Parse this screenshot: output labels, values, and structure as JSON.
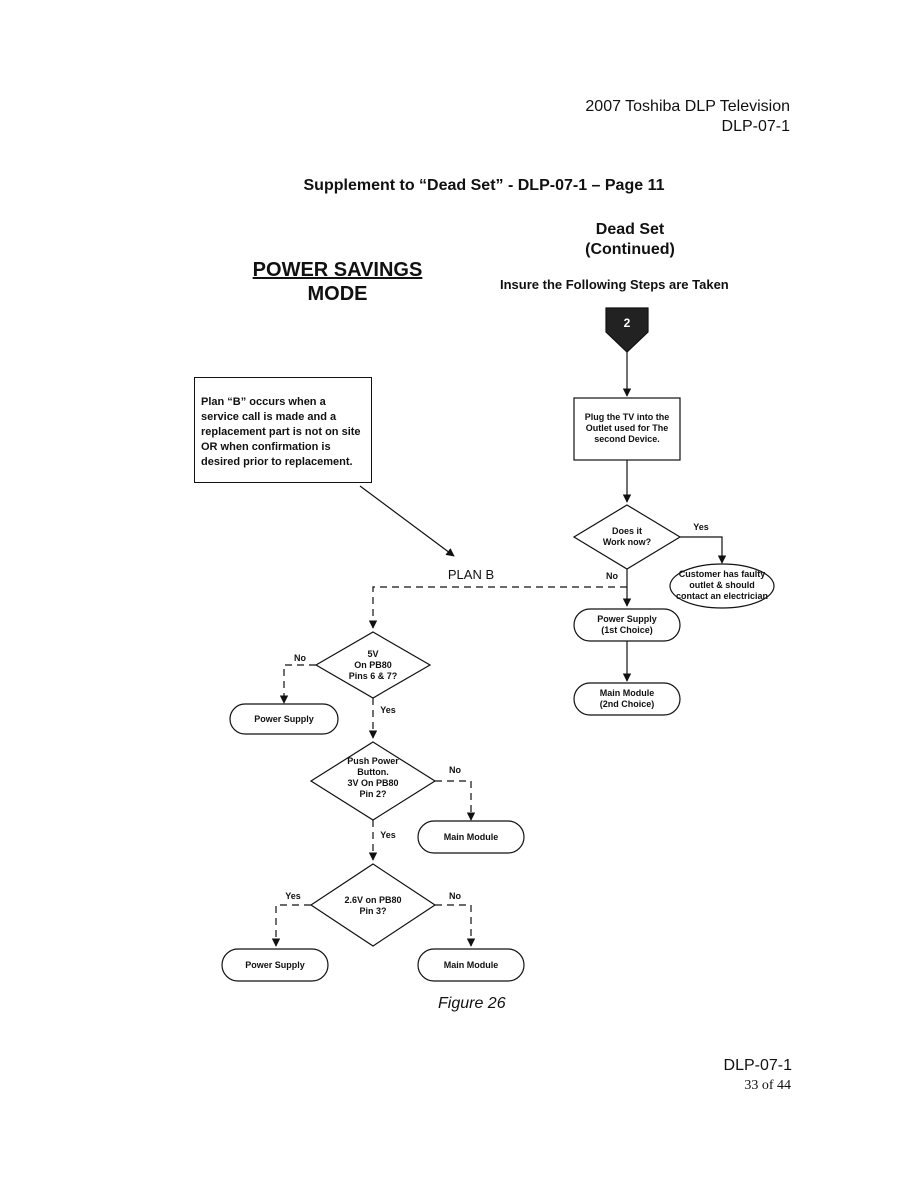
{
  "header": {
    "doc_title": "2007 Toshiba DLP Television",
    "doc_code": "DLP-07-1"
  },
  "supplement_title": "Supplement to “Dead Set” - DLP-07-1 – Page 11",
  "section": {
    "title_line1": "Dead Set",
    "title_line2": "(Continued)",
    "instruction": "Insure the Following Steps are Taken",
    "side_title_line1": "POWER SAVINGS",
    "side_title_line2": "MODE"
  },
  "flowchart": {
    "start_marker": "2",
    "note": "Plan “B” occurs when a service call is made and a replacement part is not on site OR when confirmation is desired prior to replacement.",
    "plan_b_label": "PLAN B",
    "step_plug": [
      "Plug the TV into the",
      "Outlet used for The",
      "second Device."
    ],
    "decision_works": [
      "Does it",
      "Work now?"
    ],
    "yes": "Yes",
    "no": "No",
    "customer_outlet": [
      "Customer has faulty",
      "outlet & should",
      "contact an electrician"
    ],
    "power_supply_first": [
      "Power Supply",
      "(1st Choice)"
    ],
    "main_module_second": [
      "Main Module",
      "(2nd Choice)"
    ],
    "decision_5v": [
      "5V",
      "On PB80",
      "Pins 6 & 7?"
    ],
    "power_supply": "Power Supply",
    "decision_push": [
      "Push Power",
      "Button.",
      "3V On PB80",
      "Pin 2?"
    ],
    "main_module": "Main Module",
    "decision_26v": [
      "2.6V on PB80",
      "Pin 3?"
    ]
  },
  "figure_caption": "Figure 26",
  "footer": {
    "doc_code": "DLP-07-1",
    "page": "33 of 44"
  }
}
